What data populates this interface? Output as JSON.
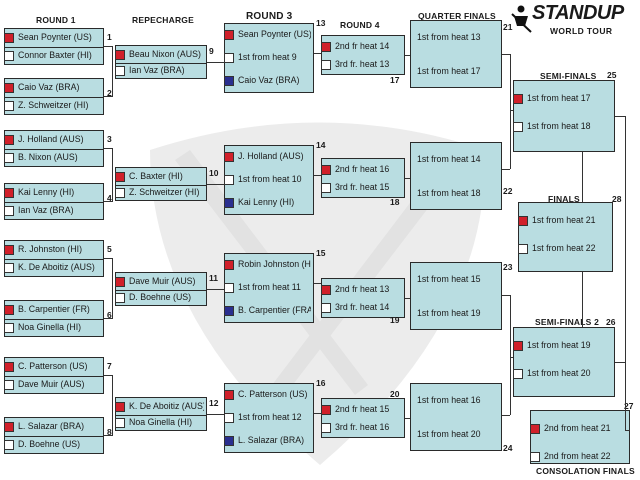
{
  "headers": {
    "round1": "ROUND 1",
    "repecharge": "REPECHARGE",
    "round3": "ROUND 3",
    "round4": "ROUND 4",
    "quarter": "QUARTER FINALS",
    "semi": "SEMI-FINALS",
    "finals": "FINALS",
    "semi2": "SEMI-FINALS 2",
    "consolation": "CONSOLATION FINALS"
  },
  "logo": {
    "line1": "STANDUP",
    "line2": "WORLD TOUR"
  },
  "colors": {
    "box": "#b9dde1",
    "red": "#d0202a",
    "blue": "#2a2f8f"
  },
  "round1": [
    {
      "num": "1",
      "a": "Sean Poynter (US)",
      "b": "Connor Baxter (HI)"
    },
    {
      "num": "2",
      "a": "Caio Vaz (BRA)",
      "b": "Z. Schweitzer (HI)"
    },
    {
      "num": "3",
      "a": "J. Holland (AUS)",
      "b": "B. Nixon (AUS)"
    },
    {
      "num": "4",
      "a": "Kai Lenny (HI)",
      "b": "Ian Vaz (BRA)"
    },
    {
      "num": "5",
      "a": "R. Johnston (HI)",
      "b": "K. De Aboitiz (AUS)"
    },
    {
      "num": "6",
      "a": "B. Carpentier (FR)",
      "b": "Noa Ginella (HI)"
    },
    {
      "num": "7",
      "a": "C. Patterson (US)",
      "b": "Dave Muir (AUS)"
    },
    {
      "num": "8",
      "a": "L. Salazar (BRA)",
      "b": "D. Boehne (US)"
    }
  ],
  "repecharge": [
    {
      "num": "9",
      "a": "Beau Nixon (AUS)",
      "b": "Ian Vaz (BRA)"
    },
    {
      "num": "10",
      "a": "C. Baxter (HI)",
      "b": "Z. Schweitzer (HI)"
    },
    {
      "num": "11",
      "a": "Dave Muir (AUS)",
      "b": "D. Boehne (US)"
    },
    {
      "num": "12",
      "a": "K. De Aboitiz (AUS)",
      "b": "Noa Ginella (HI)"
    }
  ],
  "round3": [
    {
      "num": "13",
      "a": "Sean Poynter (US)",
      "b": "1st from heat 9",
      "c": "Caio Vaz (BRA)"
    },
    {
      "num": "14",
      "a": "J. Holland (AUS)",
      "b": "1st from heat 10",
      "c": "Kai Lenny (HI)"
    },
    {
      "num": "15",
      "a": "Robin Johnston (HI)",
      "b": "1st from heat 11",
      "c": "B. Carpentier (FRA)"
    },
    {
      "num": "16",
      "a": "C. Patterson (US)",
      "b": "1st from heat 12",
      "c": "L. Salazar (BRA)"
    }
  ],
  "round4": [
    {
      "num": "17",
      "a": "2nd  fr heat 14",
      "b": "3rd fr. heat  13"
    },
    {
      "num": "18",
      "a": "2nd  fr heat 16",
      "b": "3rd fr. heat 15"
    },
    {
      "num": "19",
      "a": "2nd  fr heat 13",
      "b": "3rd fr. heat 14"
    },
    {
      "num": "20",
      "a": "2nd  fr heat 15",
      "b": "3rd fr. heat 16"
    }
  ],
  "quarter": [
    {
      "num": "21",
      "a": "1st from heat 13",
      "b": "1st from heat 17"
    },
    {
      "num": "22",
      "a": "1st from heat 14",
      "b": "1st from heat 18"
    },
    {
      "num": "23",
      "a": "1st from heat 15",
      "b": "1st from heat 19"
    },
    {
      "num": "24",
      "a": "1st from heat 16",
      "b": "1st from heat 20"
    }
  ],
  "semi1": {
    "num": "25",
    "a": "1st from heat 17",
    "b": "1st from heat 18"
  },
  "final": {
    "num": "28",
    "a": "1st from heat 21",
    "b": "1st from heat 22"
  },
  "semi2": {
    "num": "26",
    "a": "1st from heat 19",
    "b": "1st from heat 20"
  },
  "consolation": {
    "num": "27",
    "a": "2nd from heat 21",
    "b": "2nd from heat 22"
  }
}
